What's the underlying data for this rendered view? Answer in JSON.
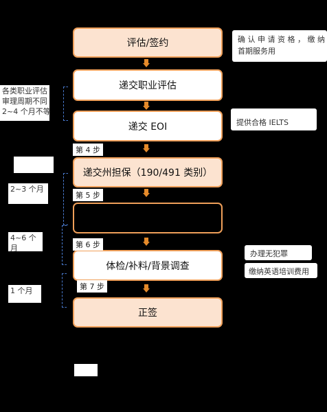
{
  "flow": {
    "box1": "评估/签约",
    "box2": "递交职业评估",
    "box3": "递交 EOI",
    "box4": "递交州担保（190/491 类别）",
    "box5": "",
    "box6": "体检/补料/背景调查",
    "box7": "正签"
  },
  "steps": {
    "s4": "第 4 步",
    "s5": "第 5 步",
    "s6": "第 6 步",
    "s7": "第 7 步"
  },
  "right_notes": {
    "n1_line1": "确 认 申 请 资 格 ， 缴 纳",
    "n1_line2": "首期服务用",
    "n2": "提供合格 IELTS",
    "n3": "办理无犯罪",
    "n4": "缴纳英语培训费用"
  },
  "left_notes": {
    "l1_line1": "各类职业评估",
    "l1_line2": "审理周期不同",
    "l1_line3": "2~4 个月不等",
    "l2": "2~3 个月",
    "l3": "4~6 个月",
    "l4": "1 个月"
  },
  "colors": {
    "box_border": "#f0a05a",
    "box_fill": "#fce3d0",
    "arrow": "#e58a2a",
    "bracket": "#4a7bd0"
  }
}
